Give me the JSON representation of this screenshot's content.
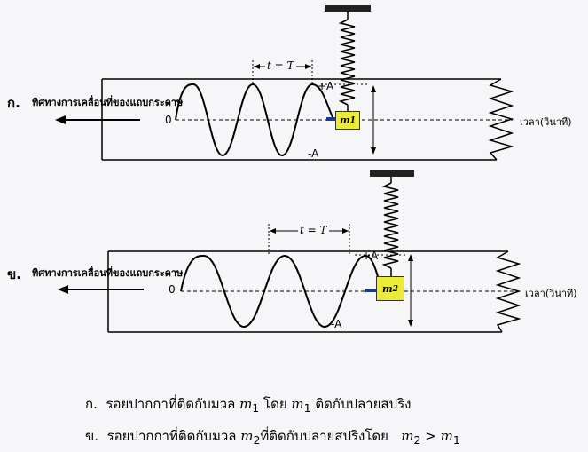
{
  "panels": [
    {
      "letter": "ก.",
      "direction_text": "ทิศทางการเคลื่อนที่ของแถบกระดาษ",
      "zero_label": "0",
      "period_label": "t = T",
      "plus_a": "+A",
      "minus_a": "-A",
      "mass": "m",
      "mass_sub": "1",
      "time_axis": "เวลา(วินาที)"
    },
    {
      "letter": "ข.",
      "direction_text": "ทิศทางการเคลื่อนที่ของแถบกระดาษ",
      "zero_label": "0",
      "period_label": "t = T",
      "plus_a": "+A",
      "minus_a": "-A",
      "mass": "m",
      "mass_sub": "2",
      "time_axis": "เวลา(วินาที)"
    }
  ],
  "captions": [
    {
      "prefix": "ก.",
      "text_a": "รอยปากกาที่ติดกับมวล",
      "m_a": "m",
      "sub_a": "1",
      "text_b": "โดย",
      "m_b": "m",
      "sub_b": "1",
      "text_c": "ติดกับปลายสปริง"
    },
    {
      "prefix": "ข.",
      "text_a": "รอยปากกาที่ติดกับมวล",
      "m_a": "m",
      "sub_a": "2",
      "text_b": "ที่ติดกับปลายสปริงโดย",
      "m_b": "m",
      "sub_b": "2",
      "rel": ">",
      "m_c": "m",
      "sub_c": "1"
    }
  ]
}
